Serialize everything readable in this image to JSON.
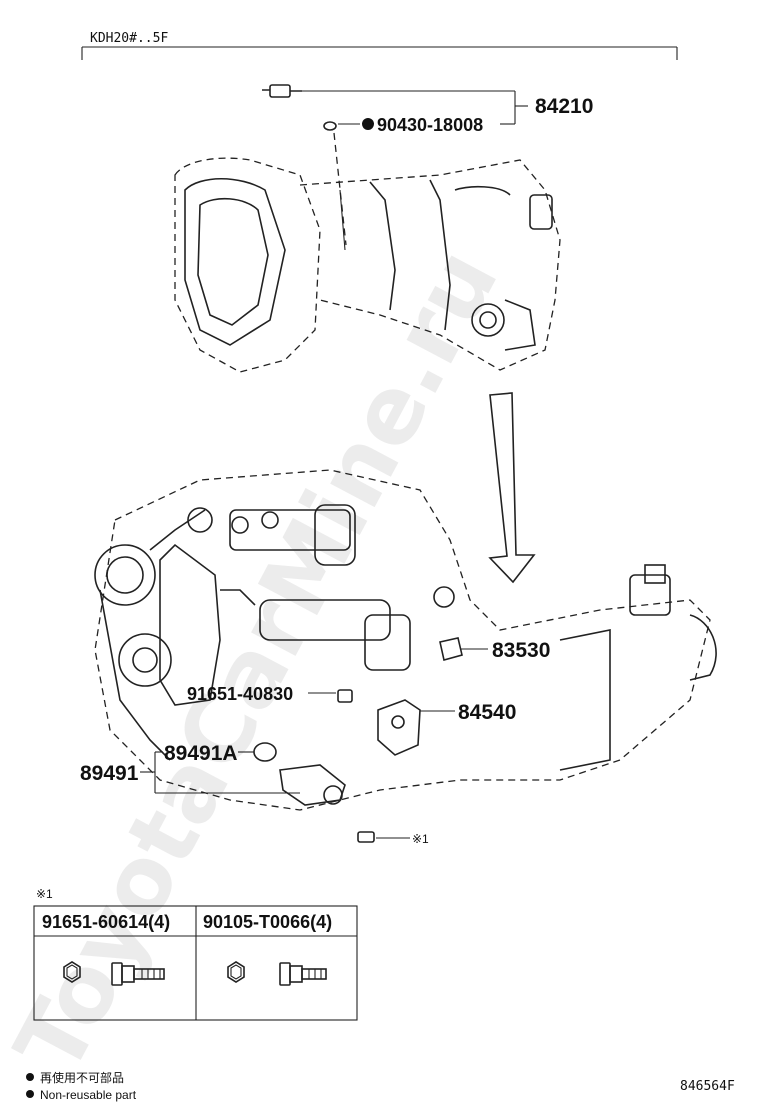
{
  "header": {
    "model_code": "KDH20#..5F"
  },
  "callouts": {
    "p84210": "84210",
    "p90430": "90430-18008",
    "p83530": "83530",
    "p91651a": "91651-40830",
    "p84540": "84540",
    "p89491a": "89491A",
    "p89491": "89491",
    "ref1": "※1"
  },
  "fastener_table": {
    "ref_mark": "※1",
    "columns": [
      {
        "part_no": "91651-60614(4)",
        "icon_head": "hex-nut-icon",
        "icon_side": "flange-bolt-icon"
      },
      {
        "part_no": "90105-T0066(4)",
        "icon_head": "hex-nut-icon",
        "icon_side": "flange-bolt-icon"
      }
    ]
  },
  "legend": {
    "jp": "再使用不可部品",
    "en": "Non-reusable part",
    "marker": "filled-circle"
  },
  "diagram_id": "846564F",
  "watermark": "ToyotaCarMine.ru",
  "colors": {
    "ink": "#111111",
    "watermark": "#bdbdbd"
  }
}
